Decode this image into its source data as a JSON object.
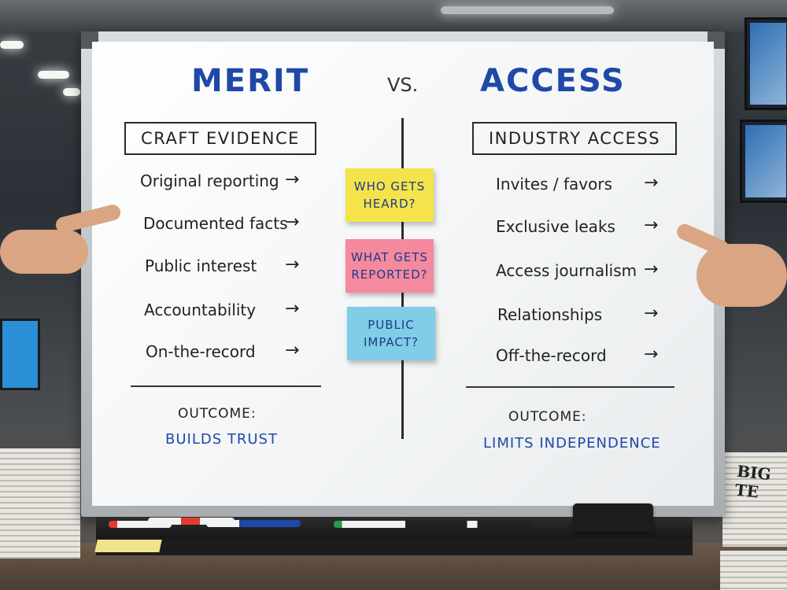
{
  "board": {
    "left_title": "MERIT",
    "vs": "VS.",
    "right_title": "ACCESS",
    "left_header": "CRAFT EVIDENCE",
    "right_header": "INDUSTRY ACCESS",
    "left_items": [
      "Original reporting",
      "Documented facts",
      "Public interest",
      "Accountability",
      "On-the-record"
    ],
    "right_items": [
      "Invites / favors",
      "Exclusive leaks",
      "Access journalism",
      "Relationships",
      "Off-the-record"
    ],
    "arrow": "→",
    "left_outcome_label": "OUTCOME:",
    "left_outcome_value": "BUILDS TRUST",
    "right_outcome_label": "OUTCOME:",
    "right_outcome_value": "LIMITS INDEPENDENCE"
  },
  "sticky_notes": [
    {
      "text": "WHO GETS HEARD?",
      "color": "#f4e34a"
    },
    {
      "text": "WHAT GETS REPORTED?",
      "color": "#f5899e"
    },
    {
      "text": "PUBLIC IMPACT?",
      "color": "#7fcde6"
    }
  ],
  "background": {
    "newspaper_headline": "BIG TE"
  },
  "colors": {
    "marker_blue": "#1f49a8",
    "marker_black": "#222222"
  }
}
